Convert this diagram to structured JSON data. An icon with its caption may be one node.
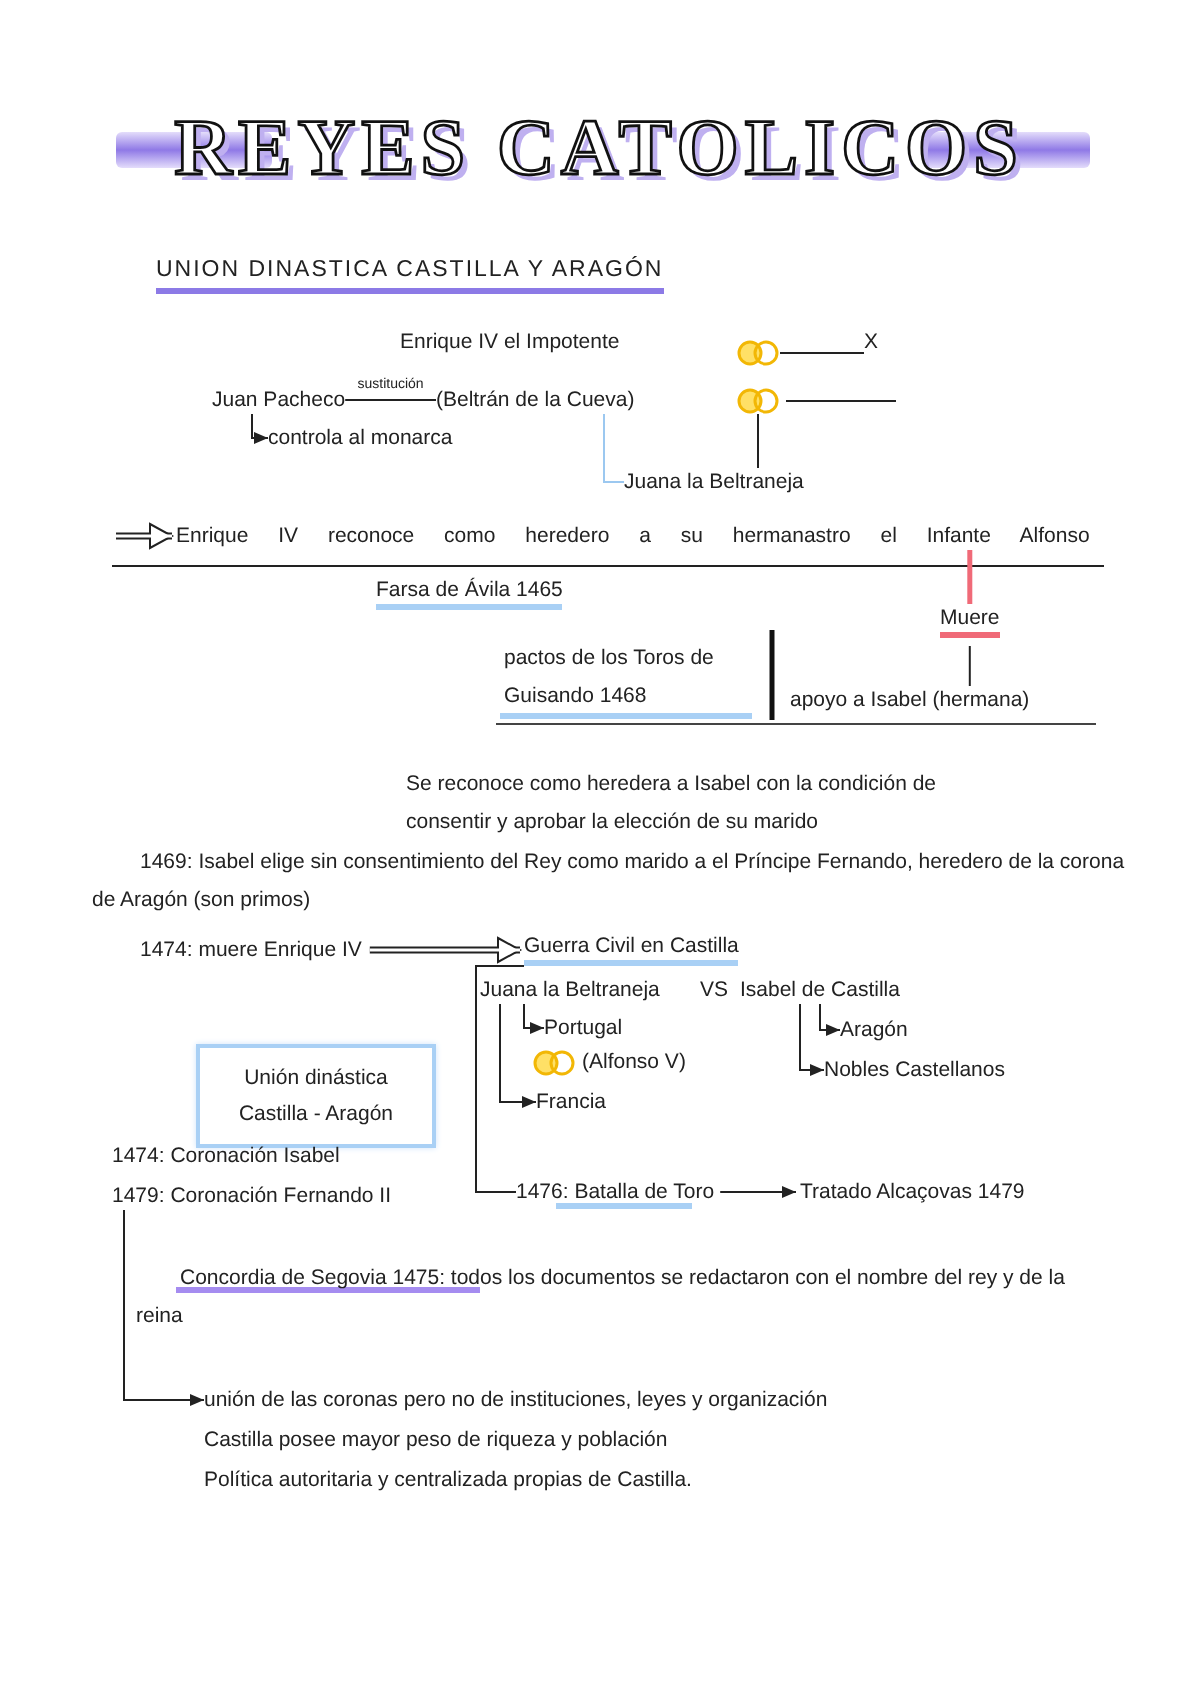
{
  "diagram": {
    "title": "REYES CATOLICOS",
    "nodes": [
      {
        "text": [
          "Enrique IV el Impotente"
        ]
      },
      {
        "text": [],
        "shape": "rings"
      },
      {
        "text": [
          "X"
        ]
      },
      {
        "text": [],
        "shape": "rings"
      },
      {
        "text": [
          "Juan Pacheco"
        ]
      },
      {
        "text": [
          "(Beltrán de la Cueva)"
        ]
      },
      {
        "text": [
          "controla al monarca"
        ]
      },
      {
        "text": [
          "Juana la Beltraneja"
        ]
      },
      {
        "text": [
          "Enrique IV reconoce como heredero a su hermanastro el Infante Alfonso"
        ]
      },
      {
        "text": [
          "Farsa de Ávila 1465"
        ]
      },
      {
        "text": [
          "Muere"
        ]
      },
      {
        "text": [
          "apoyo a Isabel (hermana)"
        ]
      },
      {
        "text": [
          "pactos de los Toros de Guisando 1468"
        ]
      },
      {
        "text": [
          "Se reconoce como heredera a Isabel con la condición de consentir y aprobar la elección de su marido"
        ]
      },
      {
        "text": [
          "1469: Isabel elige sin consentimiento del Rey como marido a el Príncipe Fernando, heredero de la corona de Aragón (son primos)"
        ]
      },
      {
        "text": [
          "1474: muere Enrique IV"
        ]
      },
      {
        "text": [
          "Guerra Civil en Castilla"
        ]
      },
      {
        "text": [
          "Juana la Beltraneja"
        ]
      },
      {
        "text": [
          "Isabel de Castilla"
        ]
      },
      {
        "text": [
          "Portugal"
        ]
      },
      {
        "text": [
          "(Alfonso V)"
        ]
      },
      {
        "text": [
          "Francia"
        ]
      },
      {
        "text": [
          "Aragón"
        ]
      },
      {
        "text": [
          "Nobles Castellanos"
        ]
      },
      {
        "text": [
          "Unión dinástica Castilla - Aragón"
        ]
      },
      {
        "text": [
          "1474: Coronación Isabel"
        ]
      },
      {
        "text": [
          "1479: Coronación Fernando II"
        ]
      },
      {
        "text": [
          "1476: Batalla de Toro"
        ]
      },
      {
        "text": [
          "Tratado Alcaçovas 1479"
        ]
      },
      {
        "text": [
          "Concordia de Segovia 1475: todos los documentos se redactaron con el nombre del rey y de la reina"
        ]
      },
      {
        "text": [
          "unión de las coronas pero no de instituciones, leyes y organización"
        ]
      }
    ],
    "edges": [
      {
        "from": 1,
        "to": 2,
        "arrow": "none"
      },
      {
        "from": 3,
        "to": null,
        "arrow": "none"
      },
      {
        "from": 4,
        "to": 5,
        "arrow": "none",
        "label": "sustitución"
      },
      {
        "from": 4,
        "to": 6,
        "arrow": "to"
      },
      {
        "from": 5,
        "to": 7,
        "arrow": "none",
        "color": "#9cc8f0"
      },
      {
        "from": 3,
        "to": 7,
        "arrow": "none"
      },
      {
        "from": null,
        "to": 8,
        "arrow": "to",
        "style": "thick"
      },
      {
        "from": 8,
        "to": 10,
        "arrow": "none",
        "color": "#f06a78",
        "style": "thick"
      },
      {
        "from": 10,
        "to": 11,
        "arrow": "none"
      },
      {
        "from": 15,
        "to": 16,
        "arrow": "to",
        "style": "thick"
      },
      {
        "from": 17,
        "to": 19,
        "arrow": "to"
      },
      {
        "from": 17,
        "to": 21,
        "arrow": "to"
      },
      {
        "from": 18,
        "to": 22,
        "arrow": "to"
      },
      {
        "from": 18,
        "to": 23,
        "arrow": "to"
      },
      {
        "from": 16,
        "to": 27,
        "arrow": "none"
      },
      {
        "from": 27,
        "to": 28,
        "arrow": "to"
      },
      {
        "from": 26,
        "to": 30,
        "arrow": "to"
      }
    ],
    "labels": [
      "UNION DINASTICA CASTILLA Y ARAGÓN",
      "VS",
      "Castilla posee mayor peso de riqueza y población",
      "Política autoritaria y centralizada propias de Castilla."
    ]
  }
}
